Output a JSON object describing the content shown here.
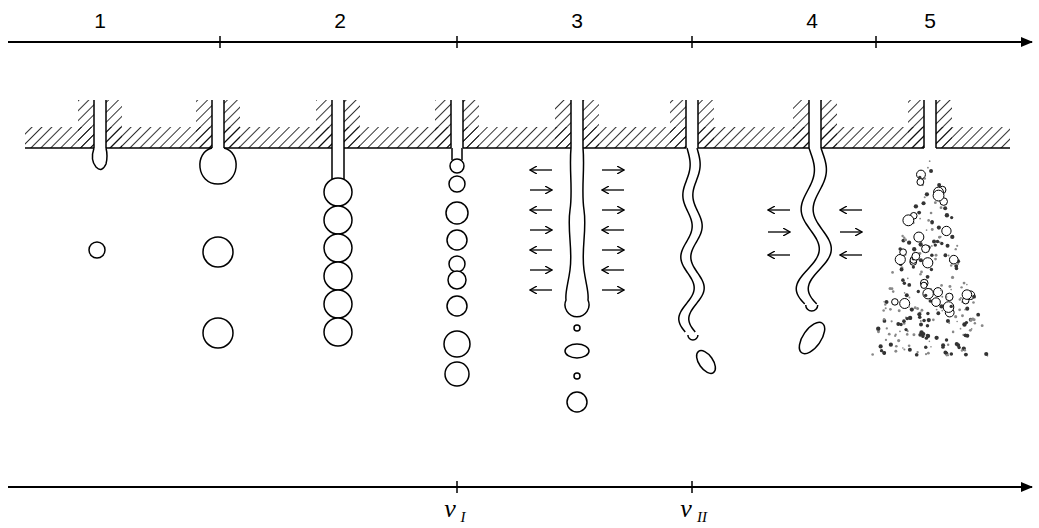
{
  "diagram": {
    "labels": [
      "1",
      "2",
      "3",
      "4",
      "5",
      "v",
      "I",
      "v",
      "II"
    ]
  }
}
